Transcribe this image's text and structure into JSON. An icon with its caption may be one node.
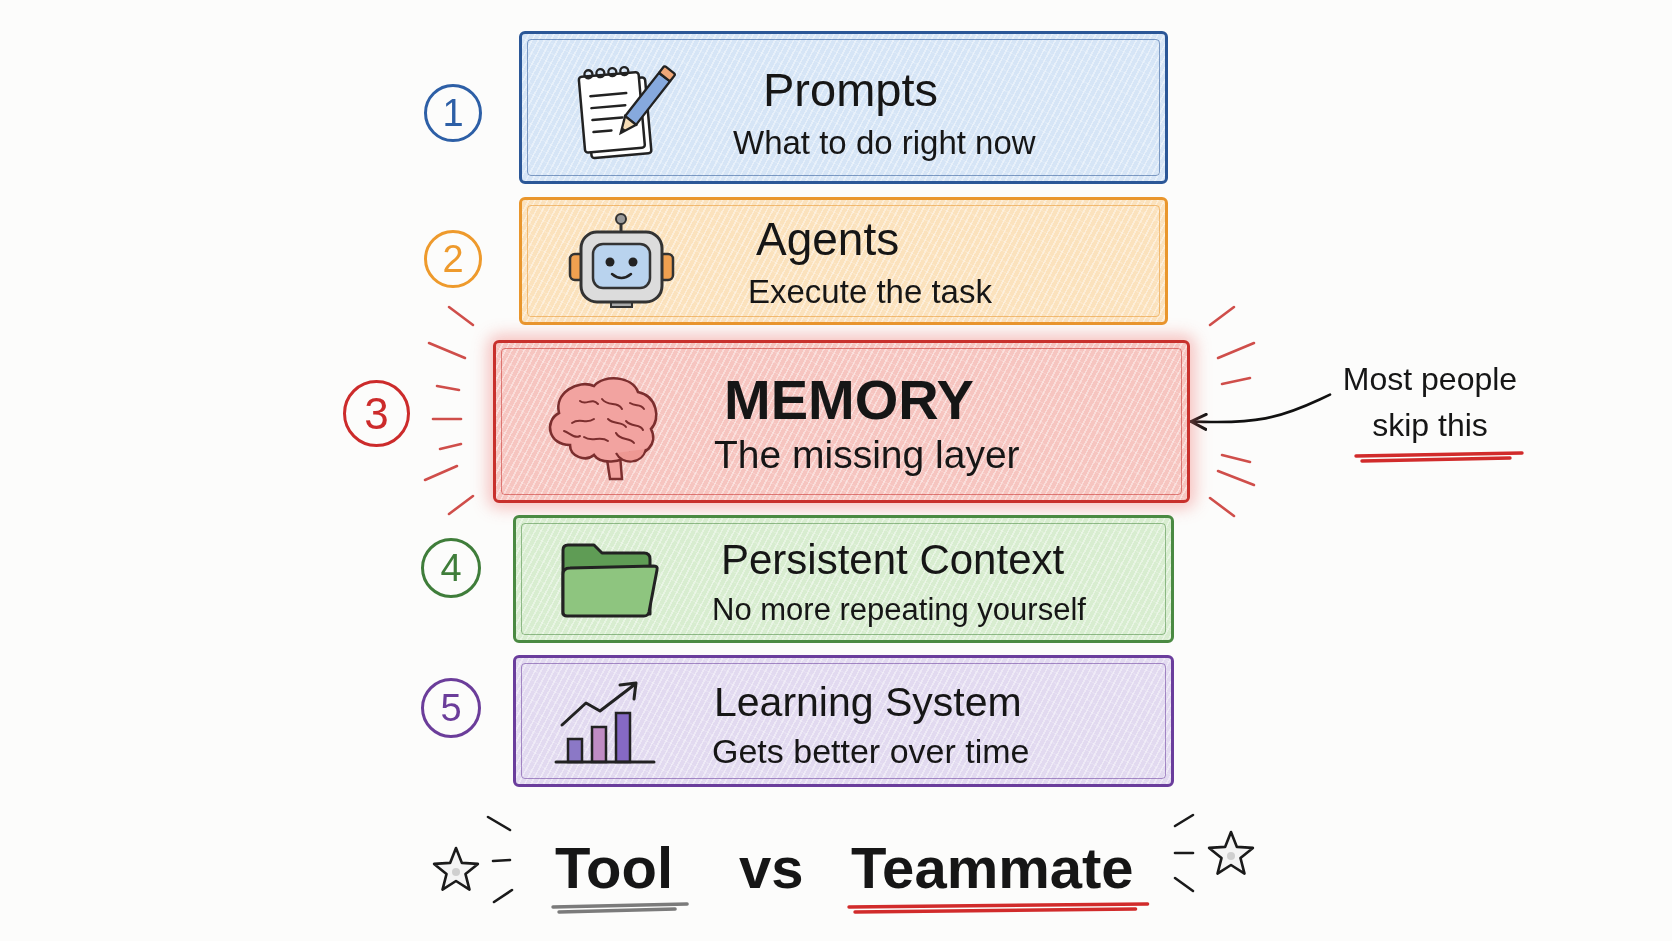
{
  "diagram": {
    "nodes": [
      {
        "text": [
          "1"
        ]
      },
      {
        "text": [
          "Prompts",
          "What to do right now"
        ]
      },
      {
        "text": [
          "2"
        ]
      },
      {
        "text": [
          "Agents",
          "Execute the task"
        ]
      },
      {
        "text": [
          "3"
        ]
      },
      {
        "text": [
          "MEMORY",
          "The missing layer"
        ]
      },
      {
        "text": [
          "Most people skip this"
        ]
      },
      {
        "text": [
          "4"
        ]
      },
      {
        "text": [
          "Persistent Context",
          "No more repeating yourself"
        ]
      },
      {
        "text": [
          "5"
        ]
      },
      {
        "text": [
          "Learning System",
          "Gets better over time"
        ]
      }
    ],
    "edges": [
      {
        "from": 6,
        "to": 5,
        "arrow": "to"
      }
    ],
    "labels": [
      "Tool",
      "vs",
      "Teammate"
    ]
  }
}
